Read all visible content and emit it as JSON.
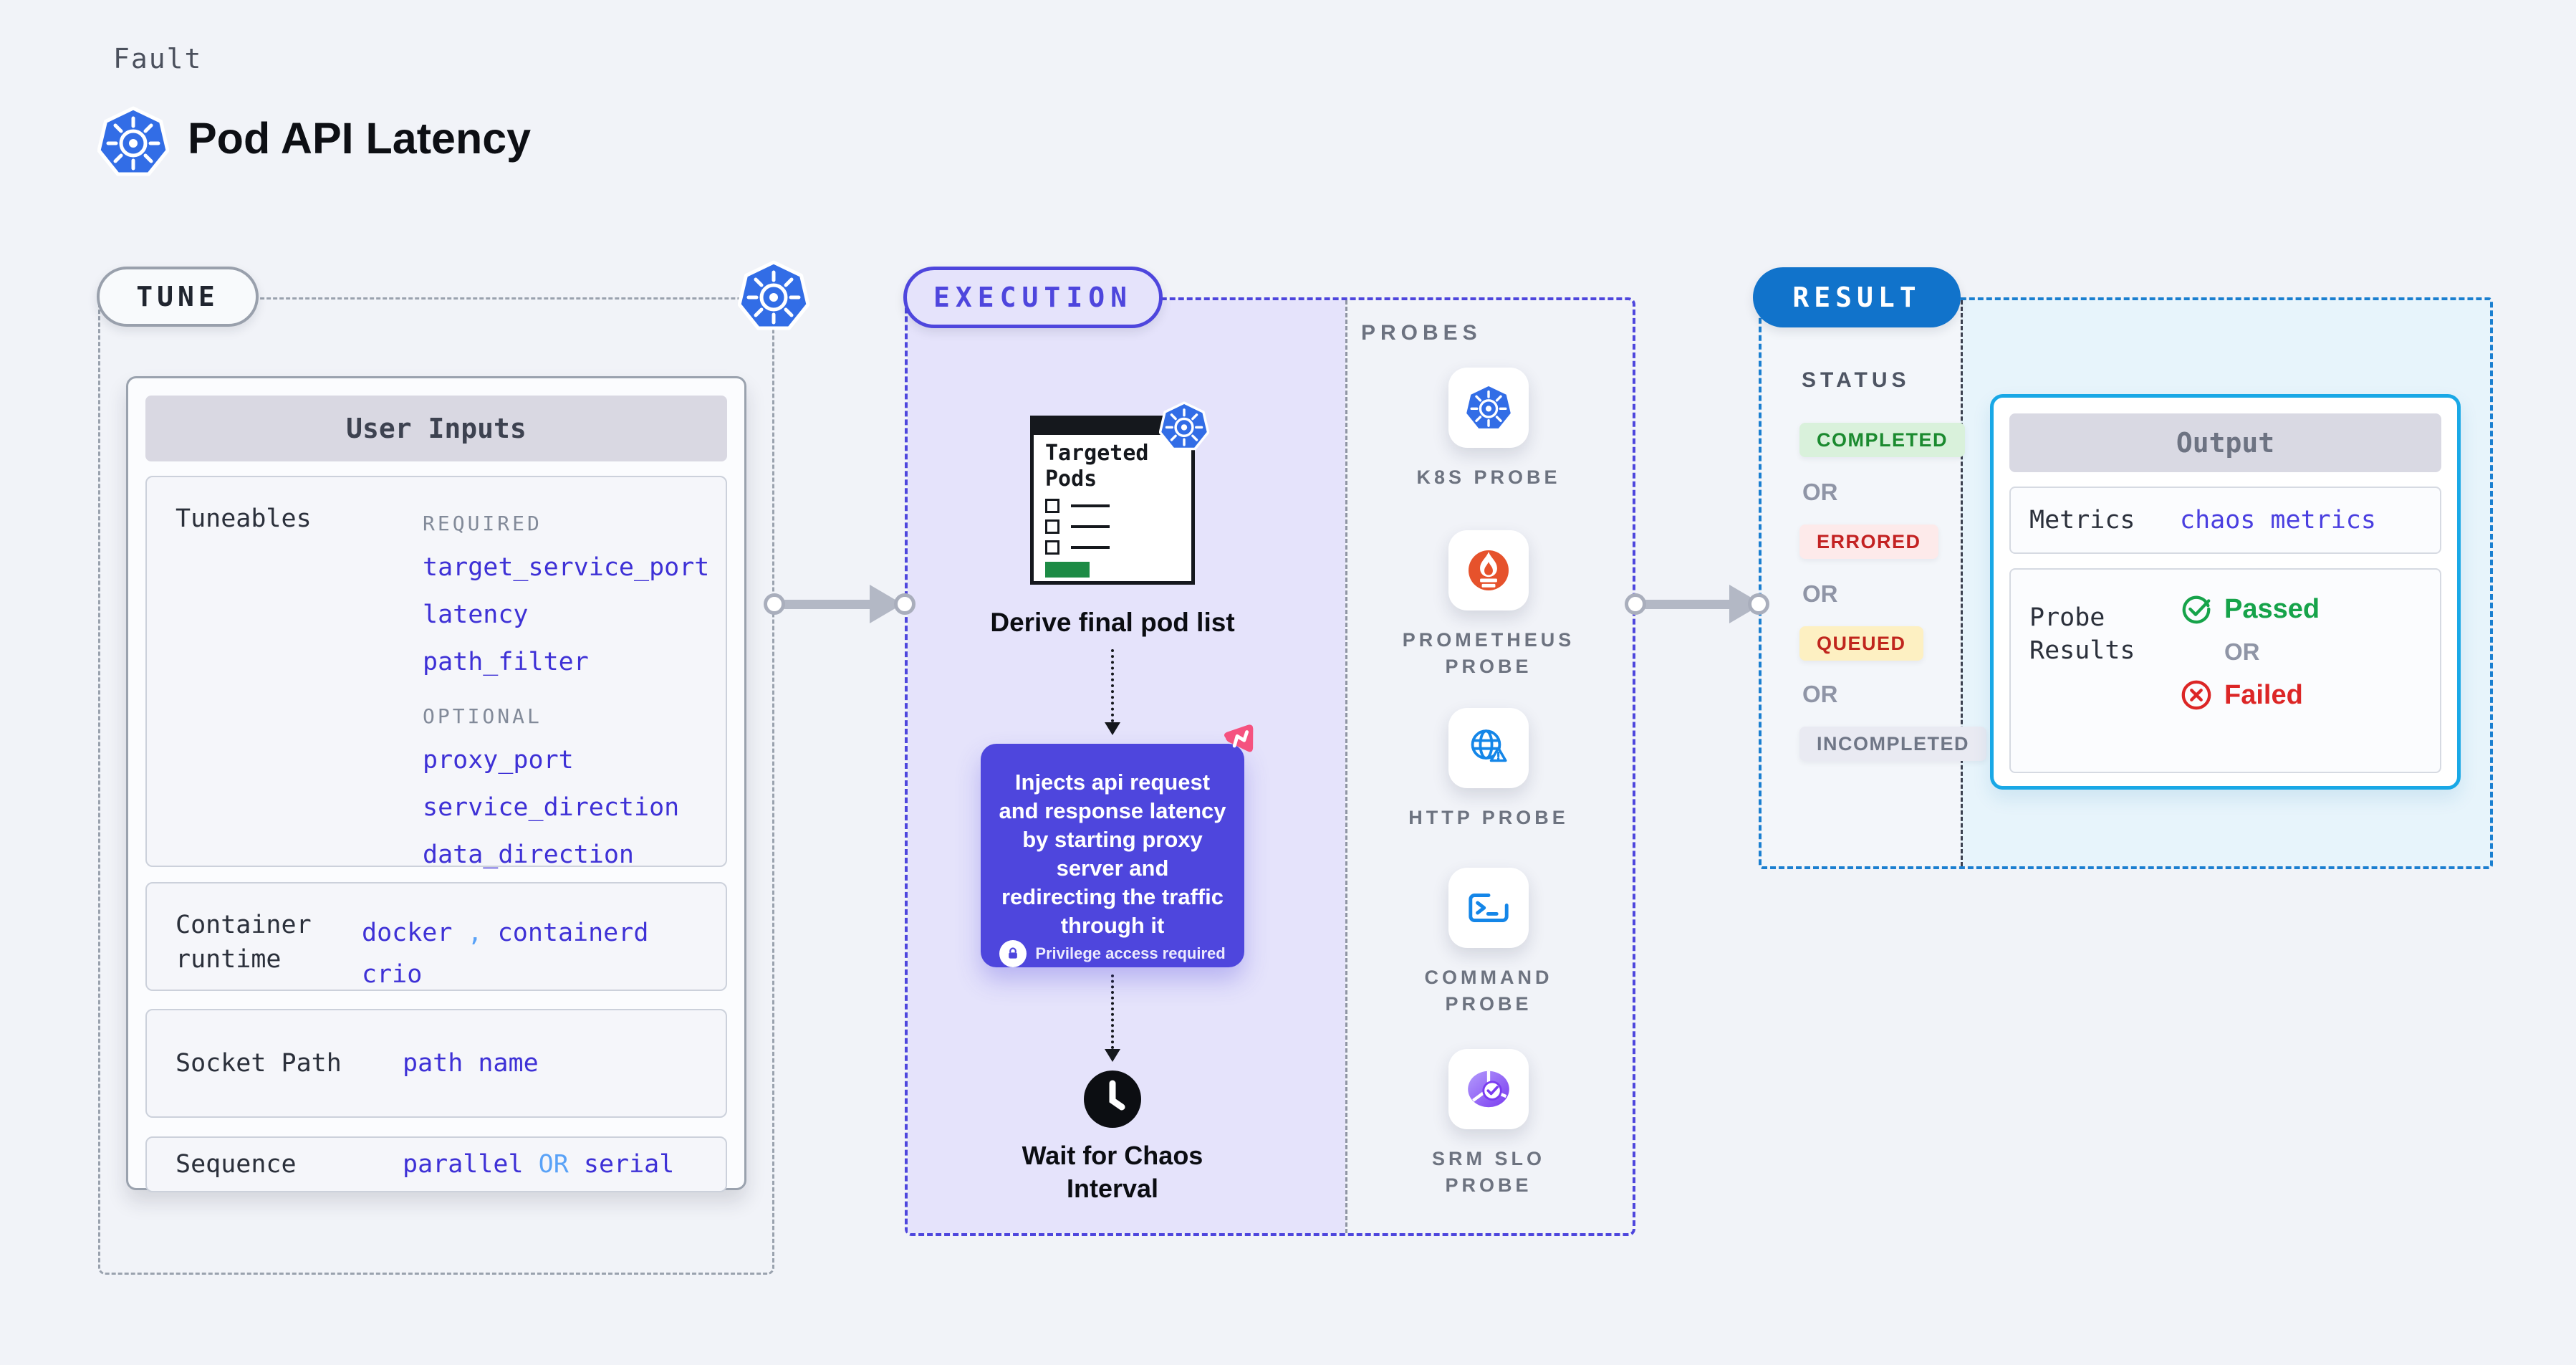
{
  "colors": {
    "accent_indigo": "#4e46dd",
    "value_indigo": "#3e31d6",
    "separator_blue": "#59a2f7",
    "result_blue": "#1173cb",
    "output_cyan": "#19a8e6",
    "kubernetes_blue": "#326de6",
    "prometheus_orange": "#e6522c",
    "passed_green": "#16a34a",
    "failed_red": "#dc2626",
    "chaos_pink": "#f5527f",
    "green_bar": "#1d8b45"
  },
  "header": {
    "fault_label": "Fault",
    "title": "Pod API Latency"
  },
  "tune": {
    "badge": "TUNE",
    "card_title": "User Inputs",
    "tuneables_label": "Tuneables",
    "required_label": "REQUIRED",
    "required_values": [
      "target_service_port",
      "latency",
      "path_filter"
    ],
    "optional_label": "OPTIONAL",
    "optional_values": [
      "proxy_port",
      "service_direction",
      "data_direction"
    ],
    "runtime_label": "Container runtime",
    "runtime_value_1": "docker",
    "runtime_separator": ",",
    "runtime_value_2": "containerd",
    "runtime_value_3": "crio",
    "socket_label": "Socket Path",
    "socket_value": "path name",
    "sequence_label": "Sequence",
    "sequence_value_1": "parallel",
    "sequence_or": "OR",
    "sequence_value_2": "serial"
  },
  "execution": {
    "badge": "EXECUTION",
    "targeted_pods_title": "Targeted Pods",
    "derive_label": "Derive final pod list",
    "inject_text": "Injects api request and response latency by starting proxy server and redirecting the traffic through it",
    "privilege_note": "Privilege access required",
    "wait_label": "Wait for Chaos Interval"
  },
  "probes": {
    "panel_label": "PROBES",
    "items": [
      {
        "name": "K8S PROBE",
        "icon": "kubernetes-icon"
      },
      {
        "name": "PROMETHEUS PROBE",
        "icon": "prometheus-icon"
      },
      {
        "name": "HTTP PROBE",
        "icon": "globe-warning-icon"
      },
      {
        "name": "COMMAND PROBE",
        "icon": "terminal-icon"
      },
      {
        "name": "SRM SLO PROBE",
        "icon": "slo-pie-check-icon"
      }
    ]
  },
  "result": {
    "badge": "RESULT",
    "status_label": "STATUS",
    "or_label": "OR",
    "statuses": [
      {
        "label": "COMPLETED"
      },
      {
        "label": "ERRORED"
      },
      {
        "label": "QUEUED"
      },
      {
        "label": "INCOMPLETED"
      }
    ],
    "output": {
      "title": "Output",
      "metrics_label": "Metrics",
      "metrics_value": "chaos metrics",
      "probe_results_label": "Probe Results",
      "passed_label": "Passed",
      "or_label": "OR",
      "failed_label": "Failed"
    }
  }
}
